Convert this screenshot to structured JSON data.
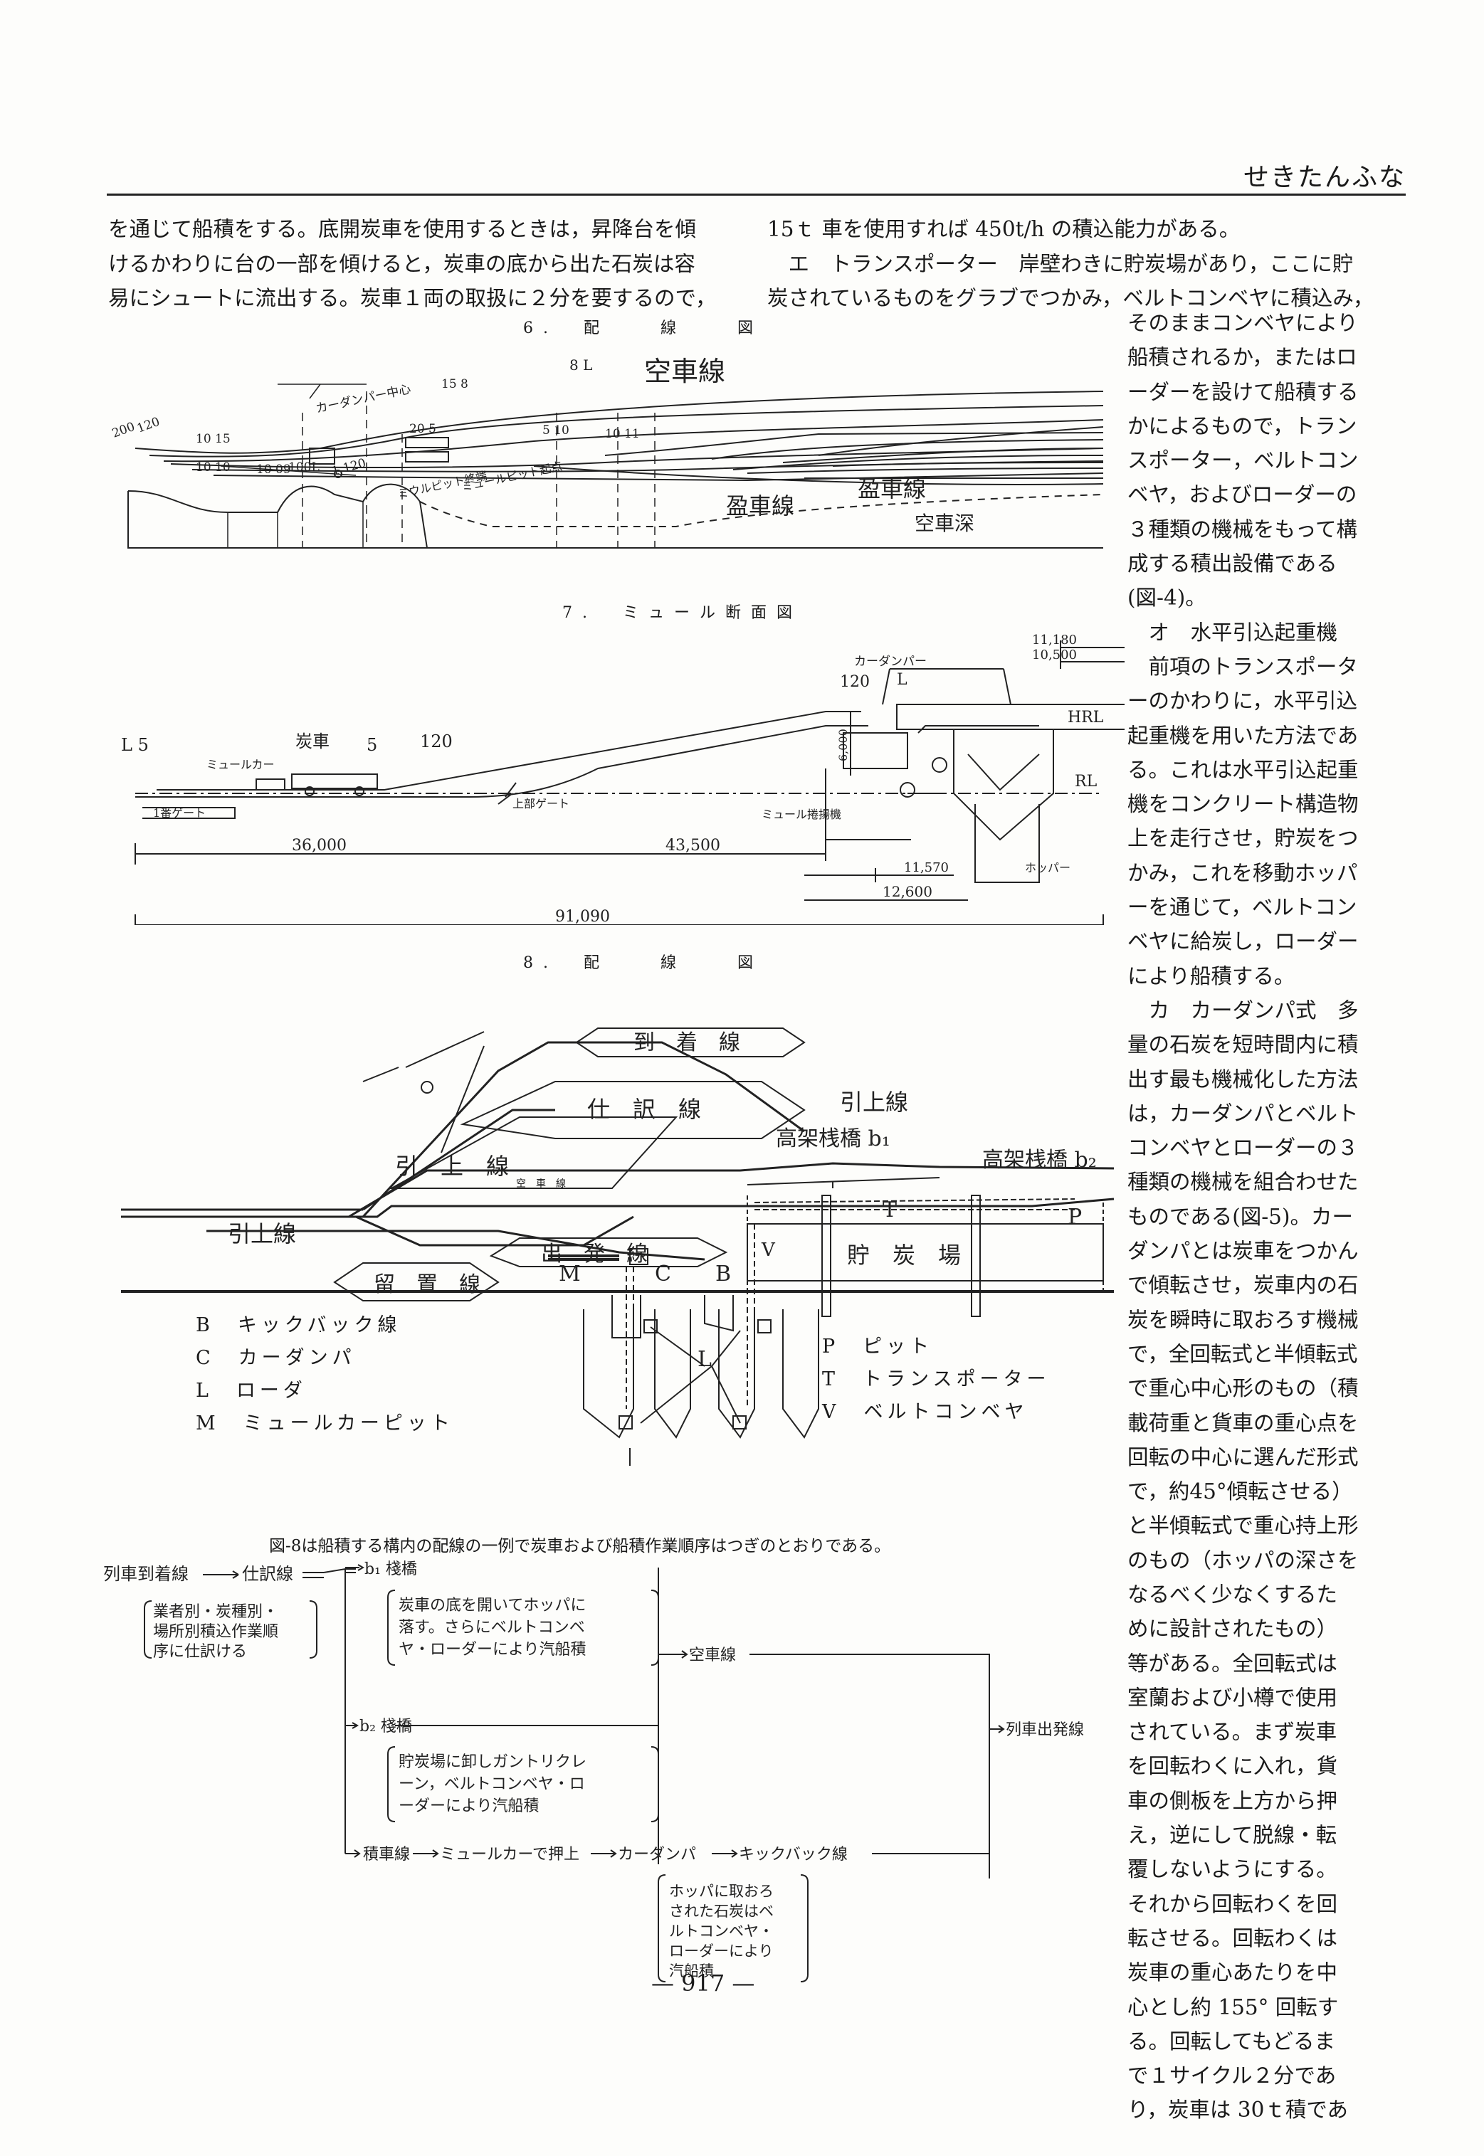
{
  "header": {
    "title": "せきたんふな"
  },
  "body_top": {
    "left": [
      "を通じて船積をする。底開炭車を使用するときは，昇降台を傾",
      "けるかわりに台の一部を傾けると，炭車の底から出た石炭は容",
      "易にシュートに流出する。炭車１両の取扱に２分を要するので，"
    ],
    "right": [
      "15ｔ 車を使用すれば 450t/h の積込能力がある。",
      "　エ　トランスポーター　岸壁わきに貯炭場があり，ここに貯",
      "炭されているものをグラブでつかみ，ベルトコンベヤに積込み，"
    ]
  },
  "column3": [
    "そのままコンベヤにより",
    "船積されるか，またはロ",
    "ーダーを設けて船積する",
    "かによるもので，トラン",
    "スポーター，ベルトコン",
    "ベヤ，およびローダーの",
    "３種類の機械をもって構",
    "成する積出設備である",
    "(図-4)。",
    "　オ　水平引込起重機",
    "　前項のトランスポータ",
    "ーのかわりに，水平引込",
    "起重機を用いた方法であ",
    "る。これは水平引込起重",
    "機をコンクリート構造物",
    "上を走行させ，貯炭をつ",
    "かみ，これを移動ホッパ",
    "ーを通じて，ベルトコン",
    "ベヤに給炭し，ローダー",
    "により船積する。",
    "　カ　カーダンパ式　多",
    "量の石炭を短時間内に積",
    "出す最も機械化した方法",
    "は，カーダンパとベルト",
    "コンベヤとローダーの３",
    "種類の機械を組合わせた",
    "ものである(図-5)。カー",
    "ダンパとは炭車をつかん",
    "で傾転させ，炭車内の石",
    "炭を瞬時に取おろす機械",
    "で，全回転式と半傾転式",
    "で重心中心形のもの（積",
    "載荷重と貨車の重心点を",
    "回転の中心に選んだ形式",
    "で，約45°傾転させる）",
    "と半傾転式で重心持上形",
    "のもの（ホッパの深さを",
    "なるべく少なくするた",
    "めに設計されたもの）",
    "等がある。全回転式は",
    "室蘭および小樽で使用",
    "されている。まず炭車",
    "を回転わくに入れ，貨",
    "車の側板を上方から押",
    "え，逆にして脱線・転",
    "覆しないようにする。",
    "それから回転わくを回",
    "転させる。回転わくは",
    "炭車の重心あたりを中",
    "心とし約 155° 回転す",
    "る。回転してもどるま",
    "で１サイクル２分であ",
    "り，炭車は 30ｔ積であ"
  ],
  "fig6": {
    "caption": "6.　配　　線　　図",
    "labels": {
      "empty_line_top": "空車線",
      "loaded_line_1": "盈車線",
      "loaded_line_2": "盈車線",
      "empty_line_bottom": "空車深",
      "car_dumper_center": "カーダンパー中心",
      "mule_pit_end": "ミウルピット終端",
      "mule_pit_start": "ミュールピット起点",
      "g200": "200",
      "g120": "120",
      "g1015": "10 15",
      "g1010": "10 10",
      "g1009": "10 09",
      "g100l": "100L",
      "g1120": "1 120",
      "g158": "15 8",
      "g8l": "8 L",
      "g205": "20 5",
      "g510": "5 10",
      "g1011": "10 11"
    }
  },
  "fig7": {
    "caption": "7.　ミュール断面図",
    "labels": {
      "car_dumper": "カーダンパー",
      "dim_11180": "11,180",
      "dim_10500": "10,500",
      "g120": "120",
      "gl": "L",
      "hrl": "HRL",
      "rl": "RL",
      "g_l5": "L  5",
      "coal_car": "炭車",
      "g5": "5",
      "g120b": "120",
      "mule_car": "ミュールカー",
      "dim_6000": "6,000",
      "first_gate": "1番ゲート",
      "upper_gate": "上部ゲート",
      "mule_hoist": "ミュール捲揚機",
      "hopper": "ホッパー",
      "dim_36000": "36,000",
      "dim_43500": "43,500",
      "dim_11570": "11,570",
      "dim_12600": "12,600",
      "dim_91090": "91,090"
    }
  },
  "fig8": {
    "caption": "8.　配　　線　　図",
    "labels": {
      "arrival": "到　着　線",
      "sorting": "仕　訳　線",
      "pullup_right": "引上線",
      "pullup_center": "引　上　線",
      "empty_small": "空　車　線",
      "trestle_b1": "高架桟橋 b₁",
      "trestle_b2": "高架桟橋 b₂",
      "departure": "出　発　線",
      "pullup_left": "引上線",
      "storage": "留　置　線",
      "coal_yard": "貯　炭　場",
      "t": "T",
      "p": "P",
      "v_top": "V",
      "m": "M",
      "c": "C",
      "b": "B",
      "l": "L",
      "v_bottom": "V"
    },
    "legend_left": [
      "B　キックバック線",
      "C　カーダンパ",
      "L　ローダ",
      "M　ミュールカーピット"
    ],
    "legend_right": [
      "P　ピット",
      "T　トランスポーター",
      "V　ベルトコンベヤ"
    ]
  },
  "flow": {
    "intro": "図-8は船積する構内の配線の一例で炭車および船積作業順序はつぎのとおりである。",
    "arrival_line": "列車到着線",
    "sorting_line": "仕訳線",
    "sorting_note": [
      "業者別・炭種別・",
      "場所別積込作業順",
      "序に仕訳ける"
    ],
    "b1": "b₁ 棧橋",
    "b1_note": [
      "炭車の底を開いてホッパに",
      "落す。さらにベルトコンベ",
      "ヤ・ローダーにより汽船積"
    ],
    "empty_line": "空車線",
    "b2": "b₂ 棧橋",
    "b2_note": [
      "貯炭場に卸しガントリクレ",
      "ーン，ベルトコンベヤ・ロ",
      "ーダーにより汽船積"
    ],
    "departure": "列車出発線",
    "loaded_line": "積車線",
    "push_up": "ミュールカーで押上",
    "car_dumper": "カーダンパ",
    "kickback": "キックバック線",
    "hopper_note": [
      "ホッパに取おろ",
      "された石炭はベ",
      "ルトコンベヤ・",
      "ローダーにより",
      "汽船積"
    ]
  },
  "page_number": "— 917 —"
}
